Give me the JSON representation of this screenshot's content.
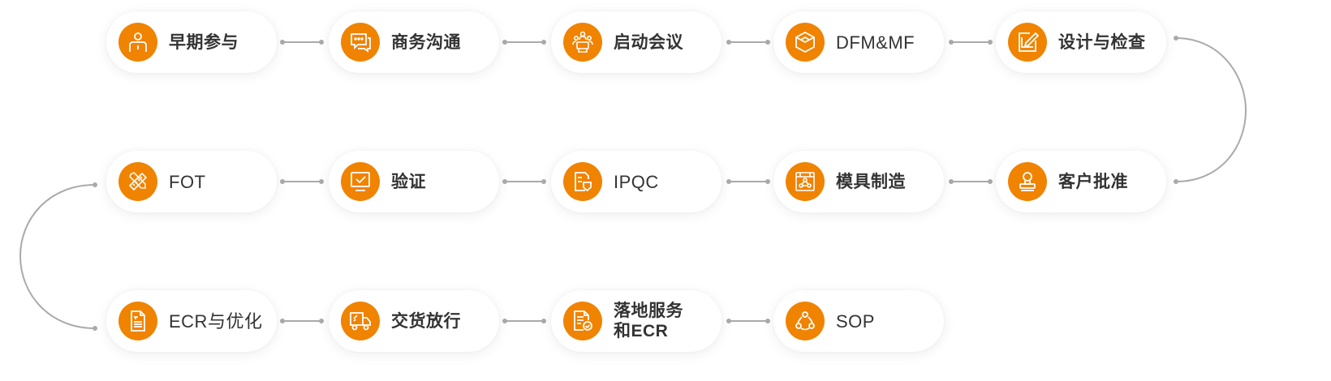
{
  "diagram": {
    "type": "process-flow",
    "accent_color": "#F08300",
    "connector_color": "#AAAAAA",
    "text_color": "#333333",
    "rows": [
      {
        "direction": "left-to-right",
        "steps": [
          {
            "label": "早期参与",
            "icon": "person-icon"
          },
          {
            "label": "商务沟通",
            "icon": "chat-bubbles-icon"
          },
          {
            "label": "启动会议",
            "icon": "meeting-icon"
          },
          {
            "label": "DFM&MF",
            "icon": "box-icon"
          },
          {
            "label": "设计与检查",
            "icon": "edit-pencil-icon"
          }
        ]
      },
      {
        "direction": "right-to-left",
        "steps": [
          {
            "label": "FOT",
            "icon": "ruler-pencil-icon"
          },
          {
            "label": "验证",
            "icon": "monitor-check-icon"
          },
          {
            "label": "IPQC",
            "icon": "document-shield-icon"
          },
          {
            "label": "模具制造",
            "icon": "mold-icon"
          },
          {
            "label": "客户批准",
            "icon": "stamp-icon"
          }
        ]
      },
      {
        "direction": "left-to-right",
        "steps": [
          {
            "label": "ECR与优化",
            "icon": "document-lines-icon"
          },
          {
            "label": "交货放行",
            "icon": "truck-icon"
          },
          {
            "label": "落地服务\n和ECR",
            "icon": "document-check-icon"
          },
          {
            "label": "SOP",
            "icon": "share-nodes-icon"
          }
        ]
      }
    ]
  }
}
